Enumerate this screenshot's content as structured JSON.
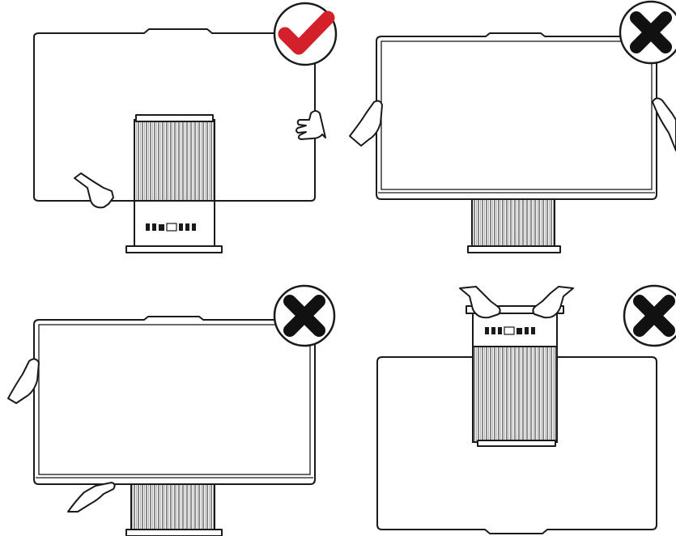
{
  "figure": {
    "panels": [
      {
        "id": "tl",
        "verdict": "correct",
        "badge_icon": "check-icon",
        "holding": "back-bezel-edges"
      },
      {
        "id": "tr",
        "verdict": "incorrect",
        "badge_icon": "cross-icon",
        "holding": "screen-sides"
      },
      {
        "id": "bl",
        "verdict": "incorrect",
        "badge_icon": "cross-icon",
        "holding": "screen-bottom-edge"
      },
      {
        "id": "br",
        "verdict": "incorrect",
        "badge_icon": "cross-icon",
        "holding": "stand-top"
      }
    ],
    "colors": {
      "line": "#1a1a1a",
      "check": "#d4202a",
      "cross": "#111111",
      "background": "#ffffff"
    }
  }
}
